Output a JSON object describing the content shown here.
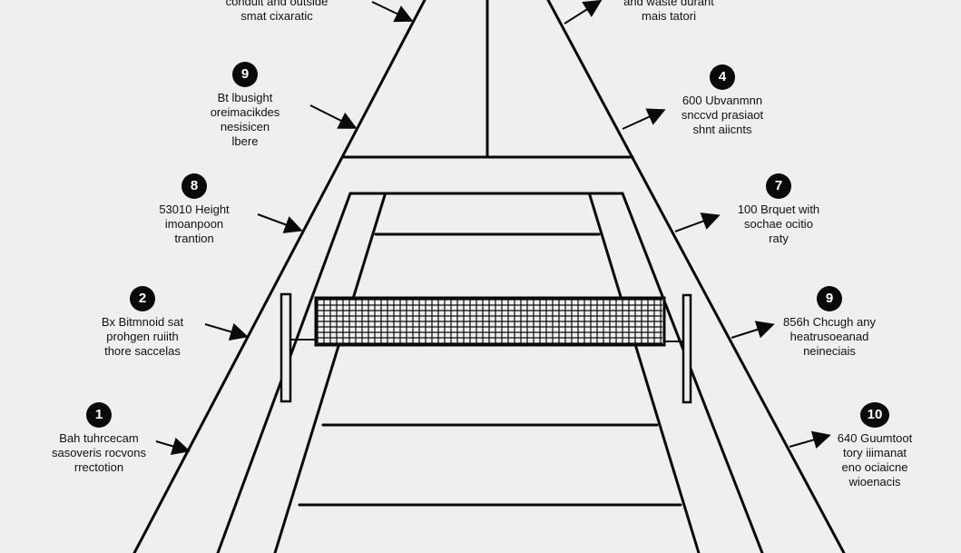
{
  "colors": {
    "background": "#efefef",
    "ink": "#0a0a0a",
    "badge_text": "#ffffff"
  },
  "callouts": {
    "top_left": {
      "lines": [
        "conduit and outside",
        "smat cixaratic"
      ]
    },
    "top_right": {
      "lines": [
        "and waste durant",
        "mais tatori"
      ]
    },
    "c_left_9": {
      "number": "9",
      "lines": [
        "Bt lbusight",
        "oreimacikdes",
        "nesisicen",
        "lbere"
      ]
    },
    "c_left_8": {
      "number": "8",
      "lines": [
        "53010 Height",
        "imoanpoon",
        "trantion"
      ]
    },
    "c_left_2": {
      "number": "2",
      "lines": [
        "Bx Bitmnoid sat",
        "prohgen ruiith",
        "thore saccelas"
      ]
    },
    "c_left_1": {
      "number": "1",
      "lines": [
        "Bah tuhrcecam",
        "sasoveris rocvons",
        "rrectotion"
      ]
    },
    "c_right_4": {
      "number": "4",
      "lines": [
        "600 Ubvanmnn",
        "snccvd prasiaot",
        "shnt aiicnts"
      ]
    },
    "c_right_7": {
      "number": "7",
      "lines": [
        "100 Brquet with",
        "sochae ocitio",
        "raty"
      ]
    },
    "c_right_9": {
      "number": "9",
      "lines": [
        "856h Chcugh any",
        "heatrusoeanad",
        "neineciais"
      ]
    },
    "c_right_10": {
      "number": "10",
      "lines": [
        "640 Guumtoot",
        "tory iiimanat",
        "eno ociaicne",
        "wioenacis"
      ]
    }
  }
}
